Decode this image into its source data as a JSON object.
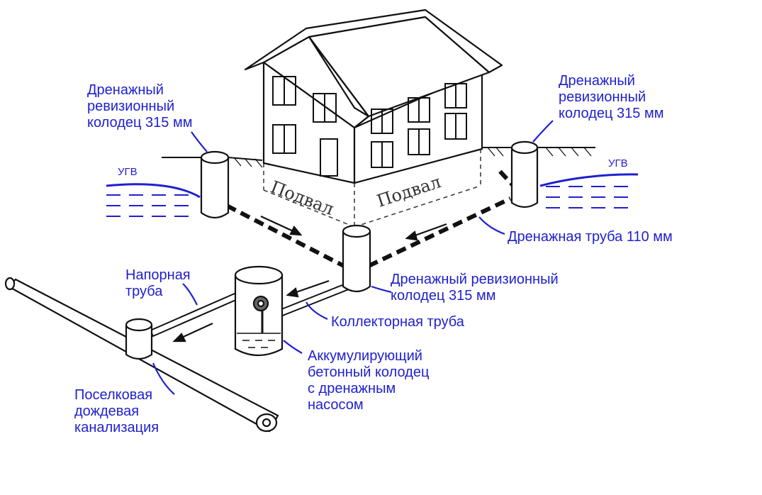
{
  "colors": {
    "label": "#1f1fcf",
    "line": "#111111",
    "water": "#1f1fcf"
  },
  "labels": {
    "well_left": [
      "Дренажный",
      "ревизионный",
      "колодец 315 мм"
    ],
    "well_right": [
      "Дренажный",
      "ревизионный",
      "колодец 315 мм"
    ],
    "ugv_left": "УГВ",
    "ugv_right": "УГВ",
    "drain_pipe": "Дренажная труба 110 мм",
    "well_center": [
      "Дренажный ревизионный",
      "колодец 315 мм"
    ],
    "pressure_pipe": [
      "Напорная",
      "труба"
    ],
    "collector_pipe": "Коллекторная труба",
    "accumulating_well": [
      "Аккумулирующий",
      "бетонный колодец",
      "с дренажным",
      "насосом"
    ],
    "village_sewer": [
      "Поселковая",
      "дождевая",
      "канализация"
    ]
  },
  "house": {
    "basement_left": "Подвал",
    "basement_right": "Подвал"
  }
}
